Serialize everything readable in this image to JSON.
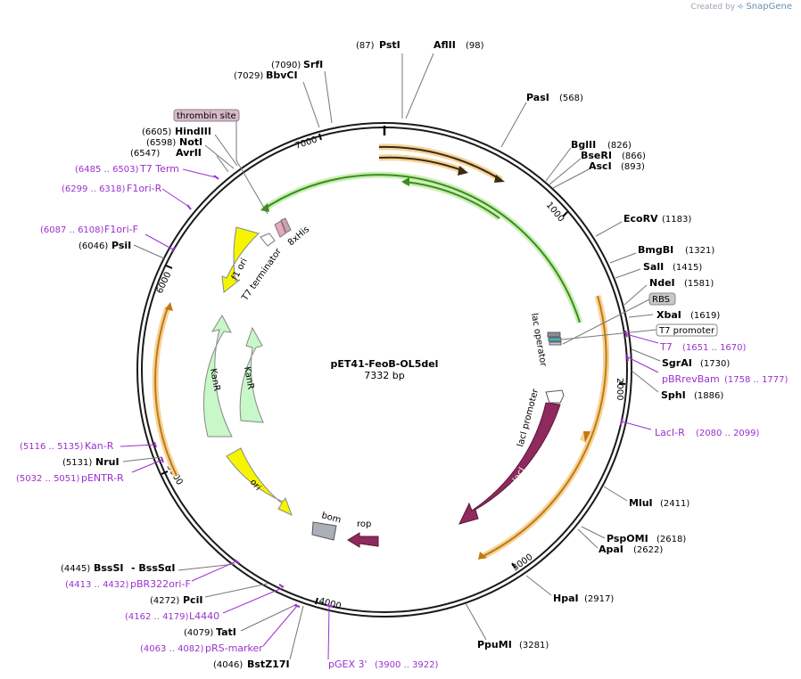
{
  "watermark": {
    "created_by": "Created by",
    "brand": "SnapGene"
  },
  "plasmid": {
    "name": "pET41-FeoB-OL5del",
    "length_label": "7332 bp"
  },
  "ticks": [
    "1000",
    "2000",
    "3000",
    "4000",
    "5000",
    "6000",
    "7000"
  ],
  "sites": [
    {
      "id": "psti",
      "name": "PstI",
      "pos": "(87)"
    },
    {
      "id": "aflii",
      "name": "AflII",
      "pos": "(98)"
    },
    {
      "id": "pasi",
      "name": "PasI",
      "pos": "(568)"
    },
    {
      "id": "bglii",
      "name": "BglII",
      "pos": "(826)"
    },
    {
      "id": "beseri",
      "name": "BseRI",
      "pos": "(866)"
    },
    {
      "id": "asci",
      "name": "AscI",
      "pos": "(893)"
    },
    {
      "id": "ecorv",
      "name": "EcoRV",
      "pos": "(1183)"
    },
    {
      "id": "bmgbi",
      "name": "BmgBI",
      "pos": "(1321)"
    },
    {
      "id": "sali",
      "name": "SalI",
      "pos": "(1415)"
    },
    {
      "id": "ndei",
      "name": "NdeI",
      "pos": "(1581)"
    },
    {
      "id": "xbai",
      "name": "XbaI",
      "pos": "(1619)"
    },
    {
      "id": "sgrai",
      "name": "SgrAI",
      "pos": "(1730)"
    },
    {
      "id": "sphi",
      "name": "SphI",
      "pos": "(1886)"
    },
    {
      "id": "mlui",
      "name": "MluI",
      "pos": "(2411)"
    },
    {
      "id": "pspomi",
      "name": "PspOMI",
      "pos": "(2618)"
    },
    {
      "id": "apai",
      "name": "ApaI",
      "pos": "(2622)"
    },
    {
      "id": "hpai",
      "name": "HpaI",
      "pos": "(2917)"
    },
    {
      "id": "ppumi",
      "name": "PpuMI",
      "pos": "(3281)"
    },
    {
      "id": "bstz17i",
      "name": "BstZ17I",
      "pos": "(4046)"
    },
    {
      "id": "tati",
      "name": "TatI",
      "pos": "(4079)"
    },
    {
      "id": "pcii",
      "name": "PciI",
      "pos": "(4272)"
    },
    {
      "id": "bsssi",
      "name": "BssSI",
      "pos": "(4445)",
      "extra": "- BssSαI"
    },
    {
      "id": "nrui",
      "name": "NruI",
      "pos": "(5131)"
    },
    {
      "id": "psii",
      "name": "PsiI",
      "pos": "(6046)"
    },
    {
      "id": "avrii",
      "name": "AvrII",
      "pos": "(6547)"
    },
    {
      "id": "noti",
      "name": "NotI",
      "pos": "(6598)"
    },
    {
      "id": "hindiii",
      "name": "HindIII",
      "pos": "(6605)"
    },
    {
      "id": "bbvci",
      "name": "BbvCI",
      "pos": "(7029)"
    },
    {
      "id": "srfi",
      "name": "SrfI",
      "pos": "(7090)"
    }
  ],
  "primers": [
    {
      "id": "t7",
      "name": "T7",
      "range": "(1651 .. 1670)"
    },
    {
      "id": "pbrrevbam",
      "name": "pBRrevBam",
      "range": "(1758 .. 1777)"
    },
    {
      "id": "laci-r",
      "name": "LacI-R",
      "range": "(2080 .. 2099)"
    },
    {
      "id": "pgex3",
      "name": "pGEX 3'",
      "range": "(3900 .. 3922)"
    },
    {
      "id": "prs-marker",
      "name": "pRS-marker",
      "range": "(4063 .. 4082)"
    },
    {
      "id": "l4440",
      "name": "L4440",
      "range": "(4162 .. 4179)"
    },
    {
      "id": "pbr322ori-f",
      "name": "pBR322ori-F",
      "range": "(4413 .. 4432)"
    },
    {
      "id": "pentr-r",
      "name": "pENTR-R",
      "range": "(5032 .. 5051)"
    },
    {
      "id": "kan-r",
      "name": "Kan-R",
      "range": "(5116 .. 5135)"
    },
    {
      "id": "f1ori-f",
      "name": "F1ori-F",
      "range": "(6087 .. 6108)"
    },
    {
      "id": "f1ori-r",
      "name": "F1ori-R",
      "range": "(6299 .. 6318)"
    },
    {
      "id": "t7-term",
      "name": "T7 Term",
      "range": "(6485 .. 6503)"
    }
  ],
  "boxed_labels": {
    "thrombin": "thrombin site",
    "rbs": "RBS",
    "t7_promoter": "T7 promoter"
  },
  "features": {
    "lac_operator": "lac operator",
    "laci_promoter": "lacI promoter",
    "laci": "lacI",
    "rop": "rop",
    "bom": "bom",
    "ori": "ori",
    "kanr": "KanR",
    "kanr2": "KanR",
    "f1_ori": "f1 ori",
    "t7_terminator": "T7 terminator",
    "his": "8xHis"
  },
  "colors": {
    "backbone": "#1a1a1a",
    "primer": "#9b30d0",
    "orf_orange": "#e89c2a",
    "orf_green": "#3a8f1a",
    "laci": "#8e2a5e",
    "yellow": "#f5f500",
    "kanr": "#c8f7c8",
    "bom": "#aab0b8"
  }
}
